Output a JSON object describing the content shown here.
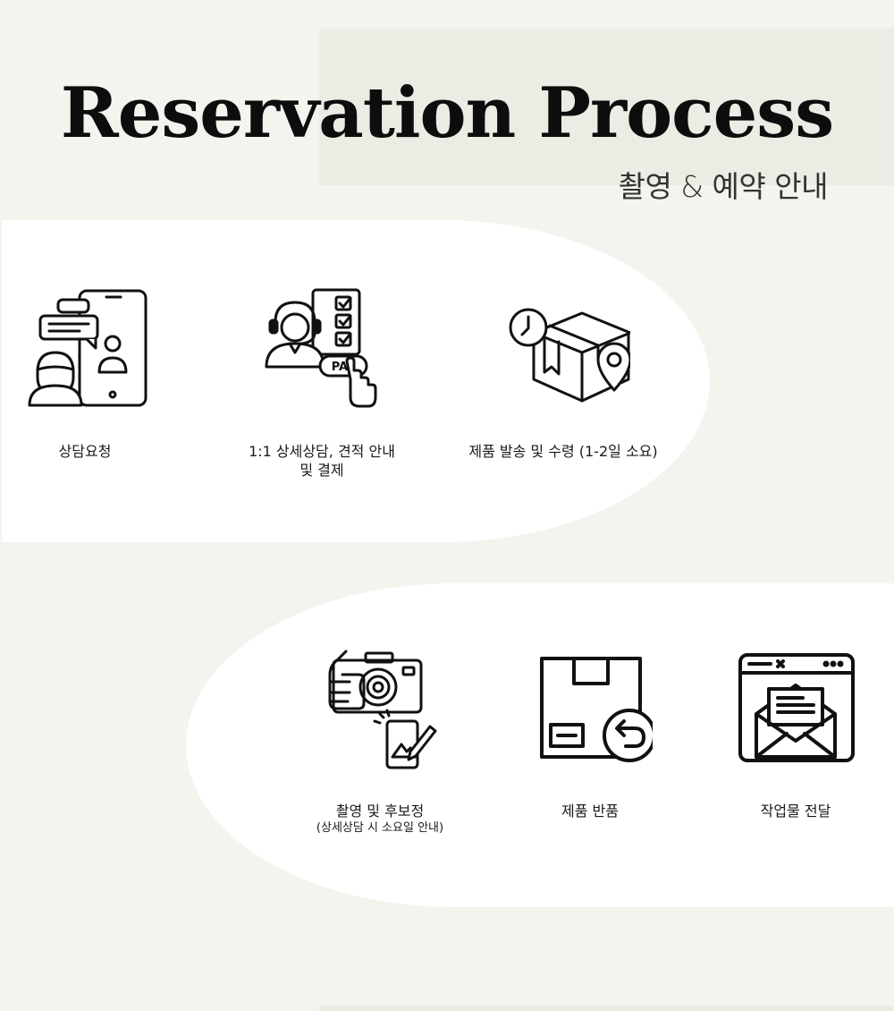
{
  "header": {
    "title": "Reservation Process",
    "subtitle": "촬영 & 예약 안내"
  },
  "steps": [
    {
      "icon": "phone-chat-consult-icon",
      "label": "상담요청"
    },
    {
      "icon": "pay-consultant-icon",
      "label": "1:1 상세상담, 견적 안내",
      "label_line2": "및 결제"
    },
    {
      "icon": "delivery-box-icon",
      "label": "제품 발송 및 수령 (1-2일 소요)"
    },
    {
      "icon": "camera-retouch-icon",
      "label": "촬영 및 후보정",
      "sublabel": "(상세상담 시 소요일 안내)"
    },
    {
      "icon": "return-box-icon",
      "label": "제품 반품"
    },
    {
      "icon": "email-delivery-icon",
      "label": "작업물 전달"
    }
  ],
  "icon_labels": {
    "pay_tag": "PAY"
  },
  "colors": {
    "background": "#f4f3ee",
    "panel": "#ffffff",
    "ink": "#111111"
  }
}
